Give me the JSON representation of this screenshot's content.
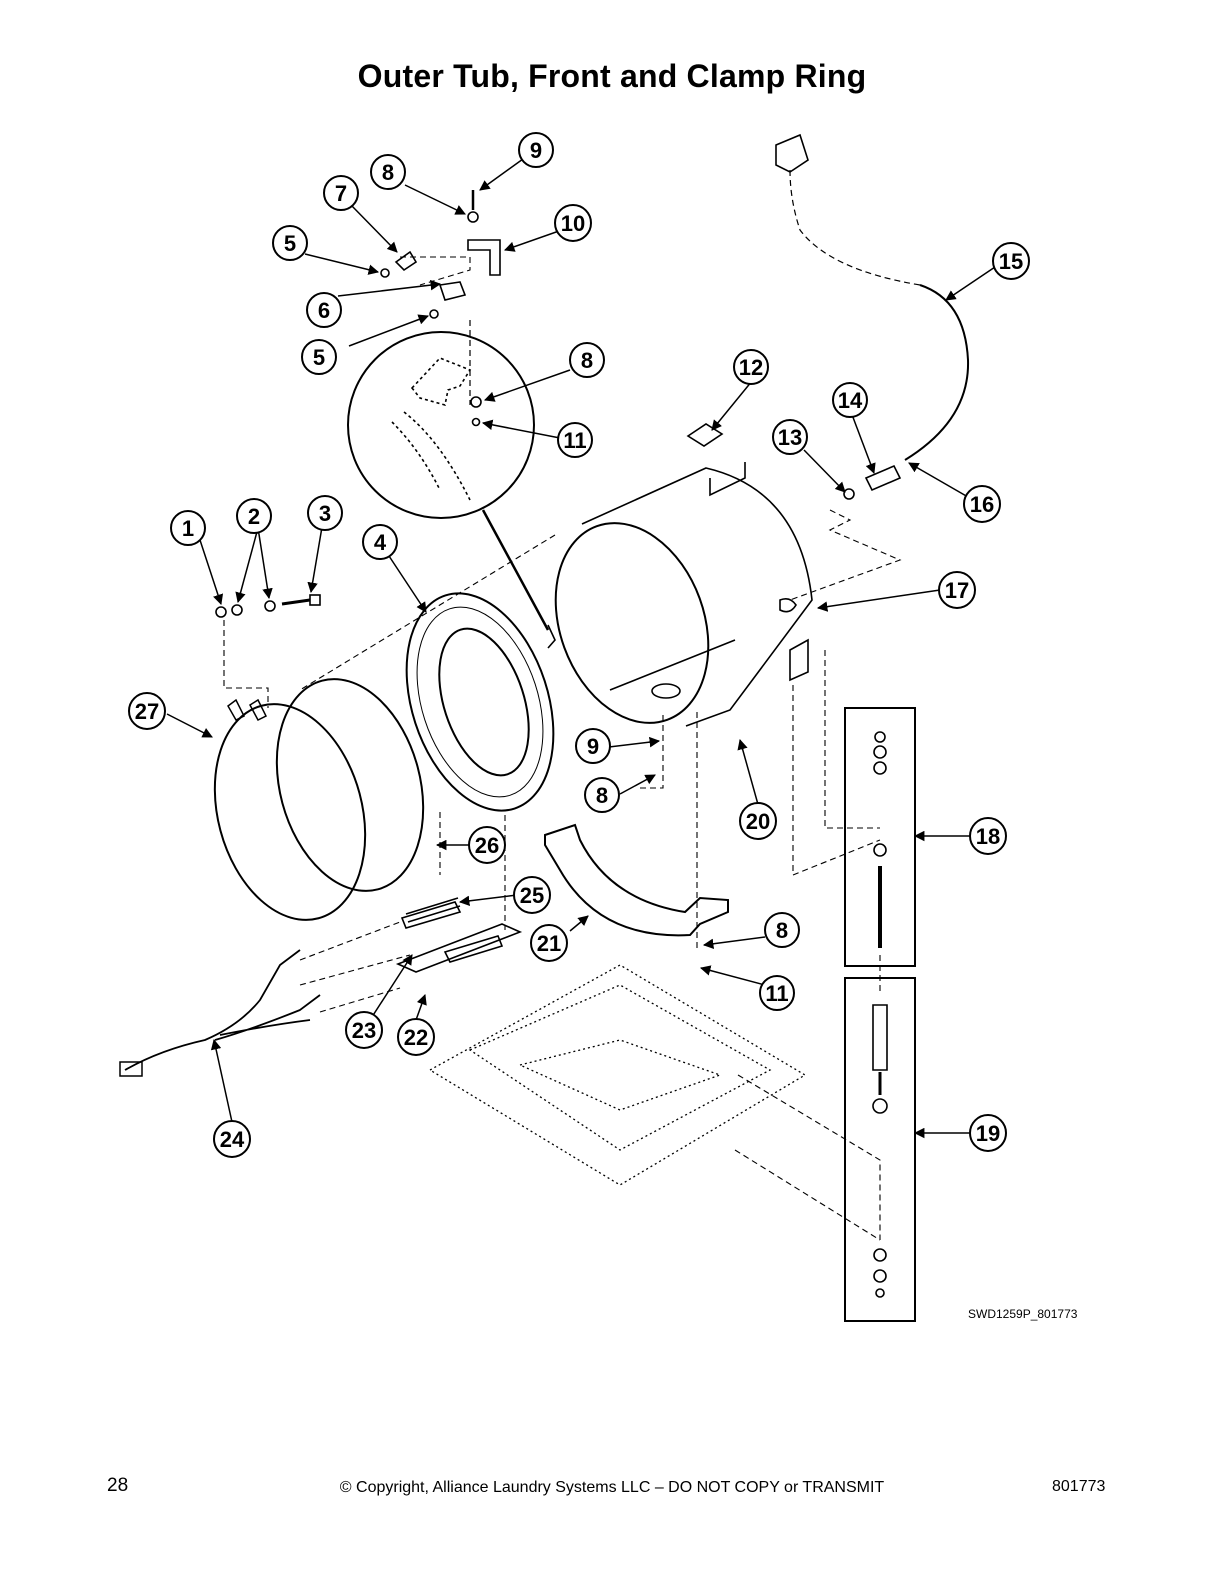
{
  "title": "Outer Tub, Front and Clamp Ring",
  "figure_id": "SWD1259P_801773",
  "footer": {
    "page_number": "28",
    "copyright": "© Copyright, Alliance Laundry Systems LLC – DO NOT COPY or TRANSMIT",
    "doc_number": "801773"
  },
  "callouts": [
    "1",
    "2",
    "3",
    "4",
    "5",
    "5",
    "6",
    "7",
    "8",
    "8",
    "8",
    "8",
    "9",
    "9",
    "10",
    "11",
    "11",
    "12",
    "13",
    "14",
    "15",
    "16",
    "17",
    "18",
    "19",
    "20",
    "21",
    "22",
    "23",
    "24",
    "25",
    "26",
    "27"
  ]
}
